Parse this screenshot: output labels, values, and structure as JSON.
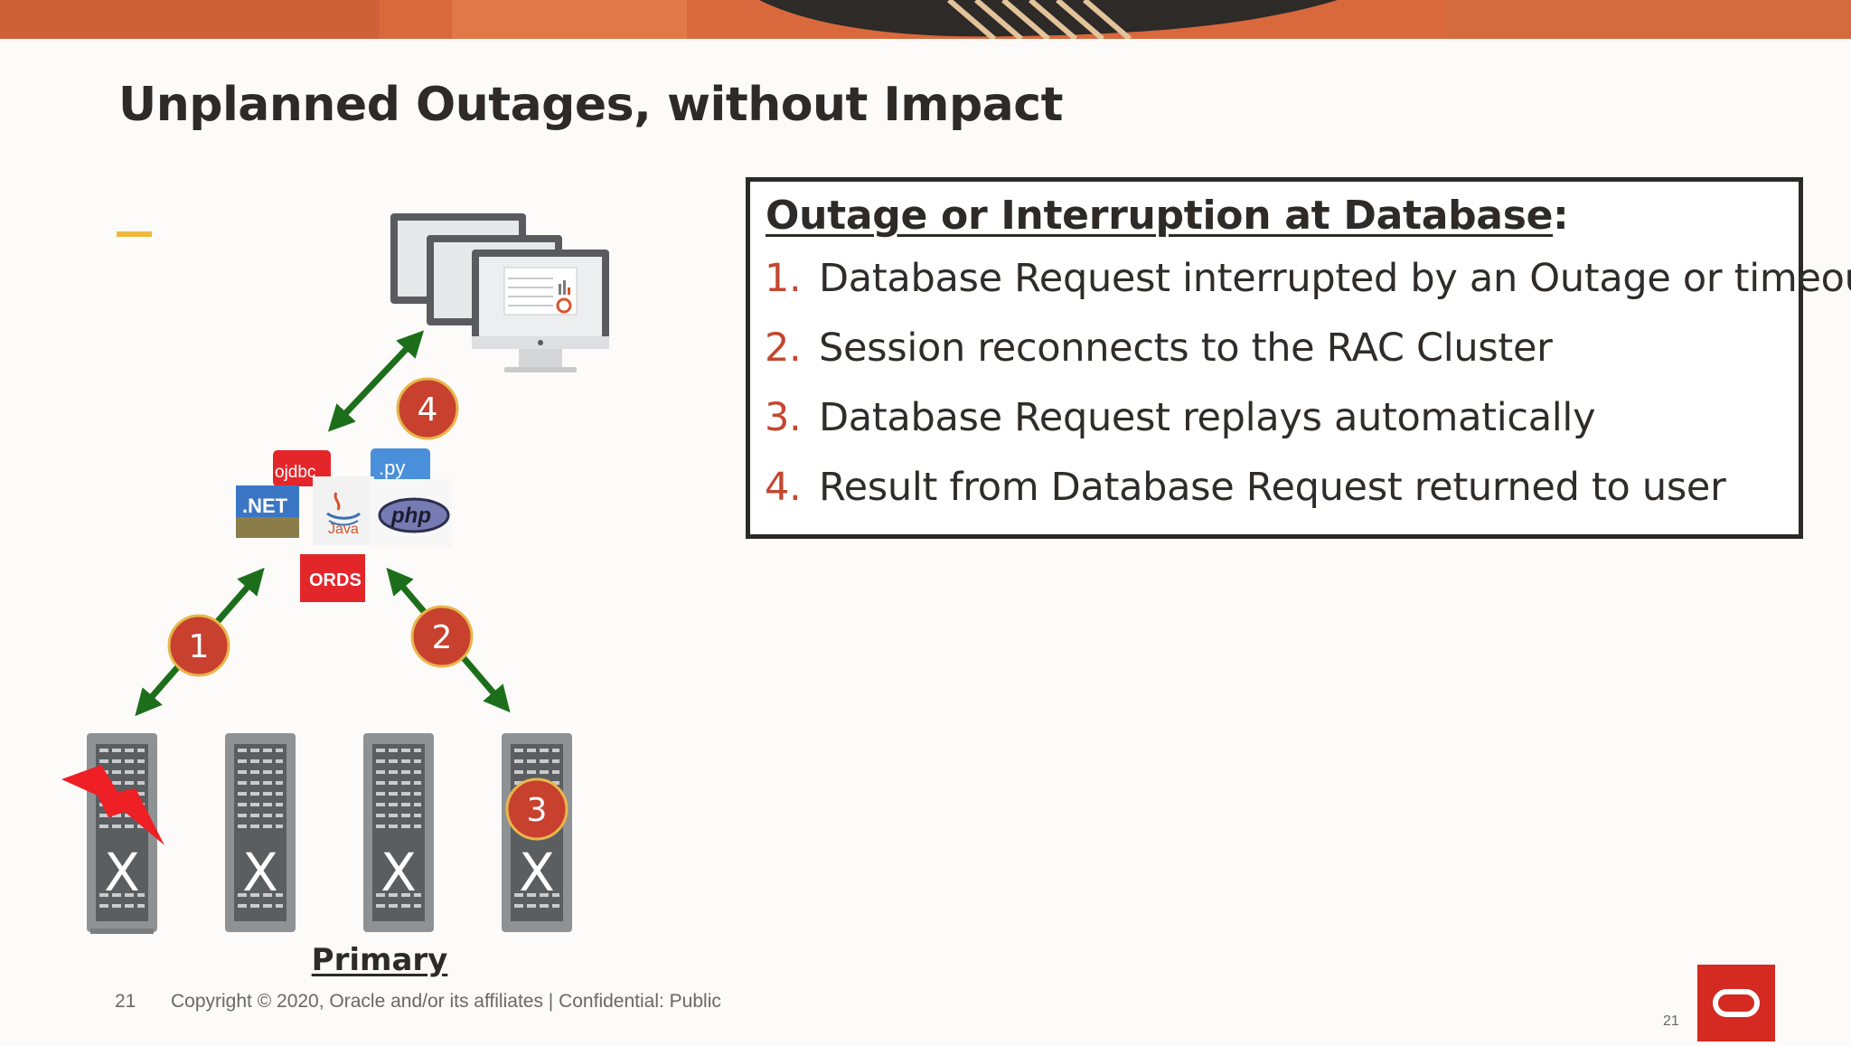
{
  "slide": {
    "title": "Unplanned Outages, without Impact",
    "page_number": "21",
    "footer": "Copyright © 2020, Oracle and/or its affiliates  |  Confidential: Public"
  },
  "info_box": {
    "heading": "Outage or Interruption at Database",
    "heading_suffix": ":",
    "steps": [
      {
        "num": "1.",
        "text": "Database Request interrupted by an Outage or timeout"
      },
      {
        "num": "2.",
        "text": "Session reconnects to the RAC Cluster"
      },
      {
        "num": "3.",
        "text": "Database Request replays automatically"
      },
      {
        "num": "4.",
        "text": "Result from Database Request returned to user"
      }
    ]
  },
  "diagram": {
    "badges": [
      "1",
      "2",
      "3",
      "4"
    ],
    "client_tech": [
      ".NET",
      "ojdbc",
      "Java",
      ".py",
      "php",
      "ORDS"
    ],
    "server_mark": "X",
    "primary_label": "Primary"
  },
  "colors": {
    "accent": "#f0b93c",
    "number_red": "#c4472f",
    "arrow_green": "#1d6e1a",
    "badge_red": "#c8412e",
    "oracle_red": "#d42a22"
  }
}
